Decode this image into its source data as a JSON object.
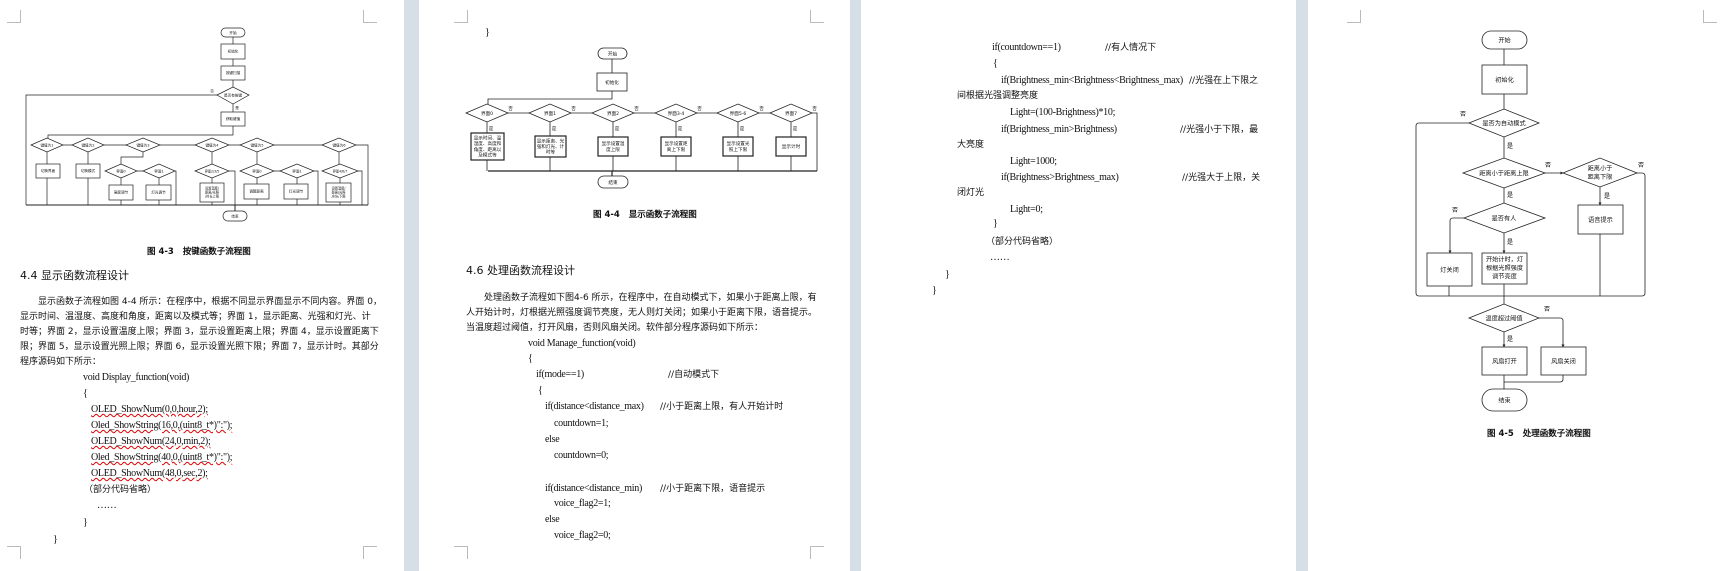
{
  "flow_common": {
    "yes": "是",
    "no": "否",
    "start": "开始",
    "end": "结束",
    "init": "初始化"
  },
  "page1": {
    "flowchart": {
      "key_scan": "按键扫描",
      "has_key": "是否有按键",
      "get_key": "获取键值",
      "key1": "键值为1",
      "key2": "键值为2",
      "key3": "键值为3",
      "key4": "键值为4",
      "key5": "键值为5",
      "key6": "键值为6",
      "switch_screen": "切换界面",
      "switch_mode": "切换模式",
      "screen0": "界面0",
      "screen1": "界面1",
      "screen235": "界面2/3/5",
      "screen467": "界面4/6/7",
      "height_adjust": "高度调节",
      "light_adjust": "灯光调节",
      "distance_adjust": "调整距离",
      "set_upper": "设置温度/距离/光照/时长上限",
      "set_lower": "设置温度/距离/光照/时长下限"
    },
    "caption": "图 4-3   按键函数子流程图",
    "heading": "4.4 显示函数流程设计",
    "paragraph": [
      "显示函数子流程如图 4-4 所示：在程序中，根据不同显示界面显示不同内容。界面 0，",
      "显示时间、温湿度、高度和角度，距离以及模式等；界面 1，显示距离、光强和灯光、计",
      "时等；界面 2，显示设置温度上限；界面 3，显示设置距离上限；界面 4，显示设置距离下",
      "限；界面 5，显示设置光照上限；界面 6，显示设置光照下限；界面 7，显示计时。其部分",
      "程序源码如下所示："
    ],
    "code": {
      "signature": "void Display_function(void)",
      "open": "{",
      "lines": [
        "OLED_ShowNum(0,0,hour,2);",
        "Oled_ShowString(16,0,(uint8_t*)\":\");",
        "OLED_ShowNum(24,0,min,2);",
        "Oled_ShowString(40,0,(uint8_t*)\":\");",
        "OLED_ShowNum(48,0,sec,2);"
      ],
      "omitted": "（部分代码省略）",
      "ellipsis": "……",
      "close_inner": "}",
      "close_outer": "}"
    }
  },
  "page2": {
    "top_brace": "}",
    "flowchart": {
      "screens": [
        "界面0",
        "界面1",
        "界面2",
        "界面3-4",
        "界面5-6",
        "界面7"
      ],
      "actions": [
        "显示时间、温湿度、高度和角度、距离以及模式等",
        "显示距离、光强和灯光、计时等",
        "显示设置温度上限",
        "显示设置距离上下限",
        "显示设置光照上下限",
        "显示计时"
      ]
    },
    "caption": "图 4-4   显示函数子流程图",
    "heading": "4.6 处理函数流程设计",
    "paragraph": [
      "处理函数子流程如下图4-6 所示，在程序中，在自动模式下，如果小于距离上限，有",
      "人开始计时，灯根据光照强度调节亮度，无人则灯关闭；如果小于距离下限，语音提示。",
      "当温度超过阈值，打开风扇，否则风扇关闭。软件部分程序源码如下所示："
    ],
    "code": [
      {
        "text": "void Manage_function(void)",
        "comment": ""
      },
      {
        "text": "{",
        "comment": ""
      },
      {
        "text": "if(mode==1)",
        "comment": "//自动模式下"
      },
      {
        "text": "{",
        "comment": ""
      },
      {
        "text": "if(distance<distance_max)",
        "comment": "//小于距离上限，有人开始计时"
      },
      {
        "text": "countdown=1;",
        "comment": ""
      },
      {
        "text": "else",
        "comment": ""
      },
      {
        "text": "countdown=0;",
        "comment": ""
      },
      {
        "text": "if(distance<distance_min)",
        "comment": "//小于距离下限，语音提示"
      },
      {
        "text": "voice_flag2=1;",
        "comment": ""
      },
      {
        "text": "else",
        "comment": ""
      },
      {
        "text": "voice_flag2=0;",
        "comment": ""
      }
    ]
  },
  "page3": {
    "lines": [
      {
        "text": "if(countdown==1)",
        "comment": "//有人情况下"
      },
      {
        "text": "{",
        "comment": ""
      },
      {
        "text": "if(Brightness_min<Brightness<Brightness_max)",
        "comment": "//光强在上下限之"
      },
      {
        "text": "间根据光强调整亮度",
        "comment": ""
      },
      {
        "text": "Light=(100-Brightness)*10;",
        "comment": ""
      },
      {
        "text": "if(Brightness_min>Brightness)",
        "comment": "//光强小于下限，最"
      },
      {
        "text": "大亮度",
        "comment": ""
      },
      {
        "text": "Light=1000;",
        "comment": ""
      },
      {
        "text": "if(Brightness>Brightness_max)",
        "comment": "//光强大于上限，关"
      },
      {
        "text": "闭灯光",
        "comment": ""
      },
      {
        "text": "Light=0;",
        "comment": ""
      },
      {
        "text": "}",
        "comment": ""
      },
      {
        "text": "（部分代码省略）",
        "comment": ""
      },
      {
        "text": "……",
        "comment": ""
      },
      {
        "text": "}",
        "comment": ""
      },
      {
        "text": "}",
        "comment": ""
      }
    ]
  },
  "page4": {
    "flowchart": {
      "is_auto": "是否为自动模式",
      "lt_upper": "距离小于距离上限",
      "lt_lower_1": "距离小于",
      "lt_lower_2": "距离下限",
      "has_person": "是否有人",
      "light_off": "灯关闭",
      "timing_1": "开始计时，灯",
      "timing_2": "根据光照强度",
      "timing_3": "调节亮度",
      "voice": "语音提示",
      "temp_over": "温度超过阈值",
      "fan_on": "风扇打开",
      "fan_off": "风扇关闭"
    },
    "caption": "图 4-5   处理函数子流程图"
  }
}
